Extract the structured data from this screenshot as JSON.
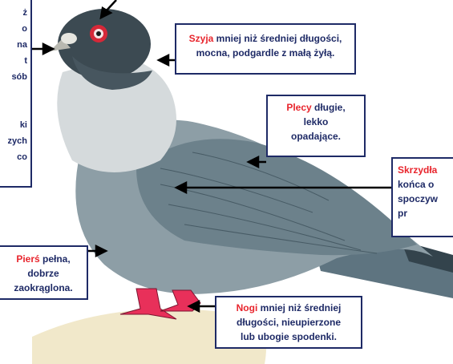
{
  "left_box": {
    "lines": [
      "ż",
      "o",
      "na",
      "t",
      "sób",
      "",
      "",
      "ki",
      "zych",
      "co"
    ]
  },
  "neck_box": {
    "highlight": "Szyja",
    "line1_rest": " mniej niż średniej długości,",
    "line2": "mocna, podgardle z małą żyłą."
  },
  "back_box": {
    "highlight": "Plecy",
    "line1_rest": " długie,",
    "line2": "lekko",
    "line3": "opadające."
  },
  "wing_box": {
    "highlight": "Skrzydła",
    "line2": "końca o",
    "line3": "spoczyw",
    "line4": "pr"
  },
  "chest_box": {
    "highlight": "Pierś",
    "line1_rest": " pełna,",
    "line2": "dobrze",
    "line3": "zaokrąglona."
  },
  "legs_box": {
    "highlight": "Nogi",
    "line1_rest": " mniej niż średniej",
    "line2": "długości, nieupierzone",
    "line3": "lub ubogie spodenki."
  },
  "colors": {
    "border": "#1e2a66",
    "text": "#1e2a66",
    "highlight": "#e8242c",
    "feather": "#7a8e96",
    "neck": "#c9d0d2",
    "head": "#3e4d56",
    "leg": "#e8305a"
  }
}
